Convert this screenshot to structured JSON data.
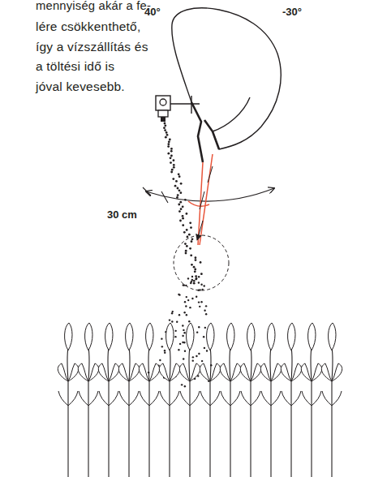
{
  "diagram": {
    "labels": [
      "mennyiség akár a fe-",
      "lére csökkenthető,",
      "így a vízszállítás és",
      "a töltési idő is",
      "jóval kevesebb.",
      "40°",
      "-30°",
      "30 cm"
    ]
  }
}
